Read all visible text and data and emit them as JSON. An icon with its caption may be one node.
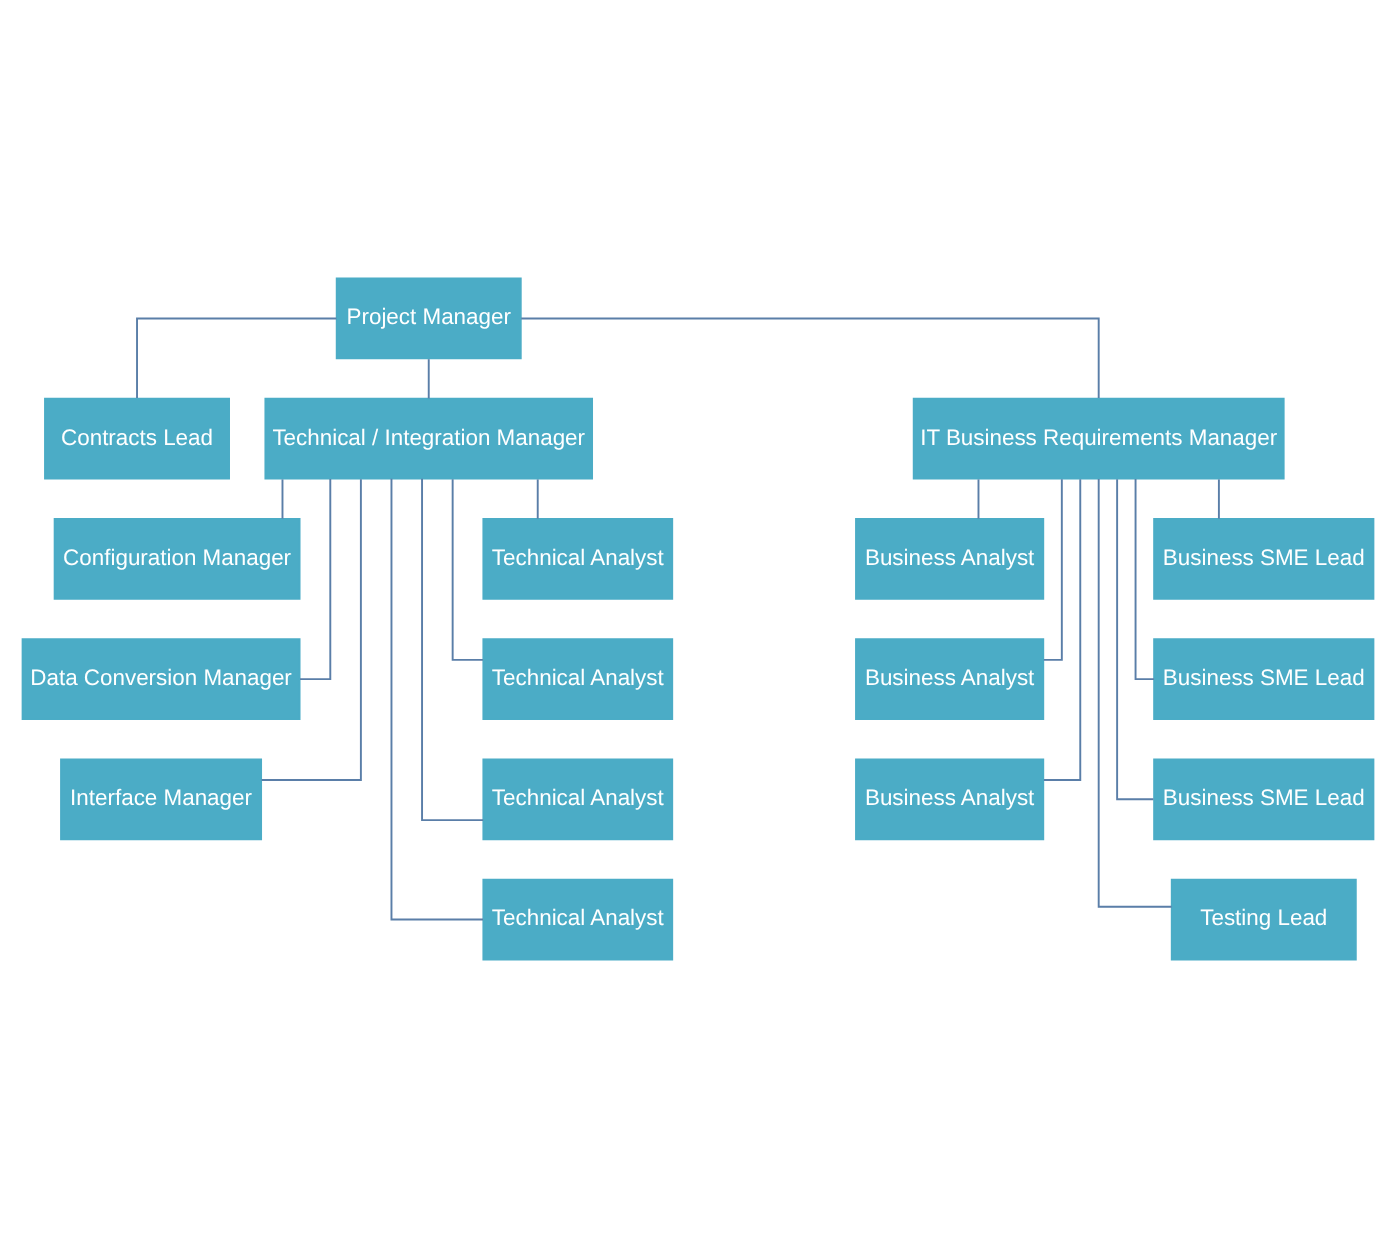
{
  "diagram": {
    "nodes": [
      {
        "text": [
          "Project Manager"
        ]
      },
      {
        "text": [
          "Contracts Lead"
        ]
      },
      {
        "text": [
          "Technical / Integration Manager"
        ]
      },
      {
        "text": [
          "IT Business Requirements Manager"
        ]
      },
      {
        "text": [
          "Configuration Manager"
        ]
      },
      {
        "text": [
          "Technical Analyst"
        ]
      },
      {
        "text": [
          "Business Analyst"
        ]
      },
      {
        "text": [
          "Business SME Lead"
        ]
      },
      {
        "text": [
          "Data Conversion Manager"
        ]
      },
      {
        "text": [
          "Technical Analyst"
        ]
      },
      {
        "text": [
          "Business Analyst"
        ]
      },
      {
        "text": [
          "Business SME Lead"
        ]
      },
      {
        "text": [
          "Interface Manager"
        ]
      },
      {
        "text": [
          "Technical Analyst"
        ]
      },
      {
        "text": [
          "Business Analyst"
        ]
      },
      {
        "text": [
          "Business SME Lead"
        ]
      },
      {
        "text": [
          "Technical Analyst"
        ]
      },
      {
        "text": [
          "Testing Lead"
        ]
      }
    ],
    "edges": [
      {
        "from": 0,
        "to": 1,
        "arrow": "none"
      },
      {
        "from": 0,
        "to": 2,
        "arrow": "none"
      },
      {
        "from": 0,
        "to": 3,
        "arrow": "none"
      },
      {
        "from": 2,
        "to": 4,
        "arrow": "none"
      },
      {
        "from": 2,
        "to": 5,
        "arrow": "none"
      },
      {
        "from": 2,
        "to": 8,
        "arrow": "none"
      },
      {
        "from": 2,
        "to": 9,
        "arrow": "none"
      },
      {
        "from": 2,
        "to": 12,
        "arrow": "none"
      },
      {
        "from": 2,
        "to": 13,
        "arrow": "none"
      },
      {
        "from": 2,
        "to": 16,
        "arrow": "none"
      },
      {
        "from": 3,
        "to": 6,
        "arrow": "none"
      },
      {
        "from": 3,
        "to": 7,
        "arrow": "none"
      },
      {
        "from": 3,
        "to": 10,
        "arrow": "none"
      },
      {
        "from": 3,
        "to": 11,
        "arrow": "none"
      },
      {
        "from": 3,
        "to": 14,
        "arrow": "none"
      },
      {
        "from": 3,
        "to": 15,
        "arrow": "none"
      },
      {
        "from": 3,
        "to": 17,
        "arrow": "none"
      }
    ]
  }
}
